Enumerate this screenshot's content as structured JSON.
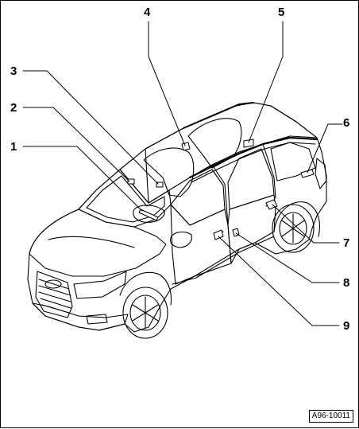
{
  "diagram": {
    "callouts": [
      {
        "number": "1"
      },
      {
        "number": "2"
      },
      {
        "number": "3"
      },
      {
        "number": "4"
      },
      {
        "number": "5"
      },
      {
        "number": "6"
      },
      {
        "number": "7"
      },
      {
        "number": "8"
      },
      {
        "number": "9"
      }
    ],
    "figure_id": "A96-10011",
    "line_color": "#000000",
    "background_color": "#ffffff"
  }
}
